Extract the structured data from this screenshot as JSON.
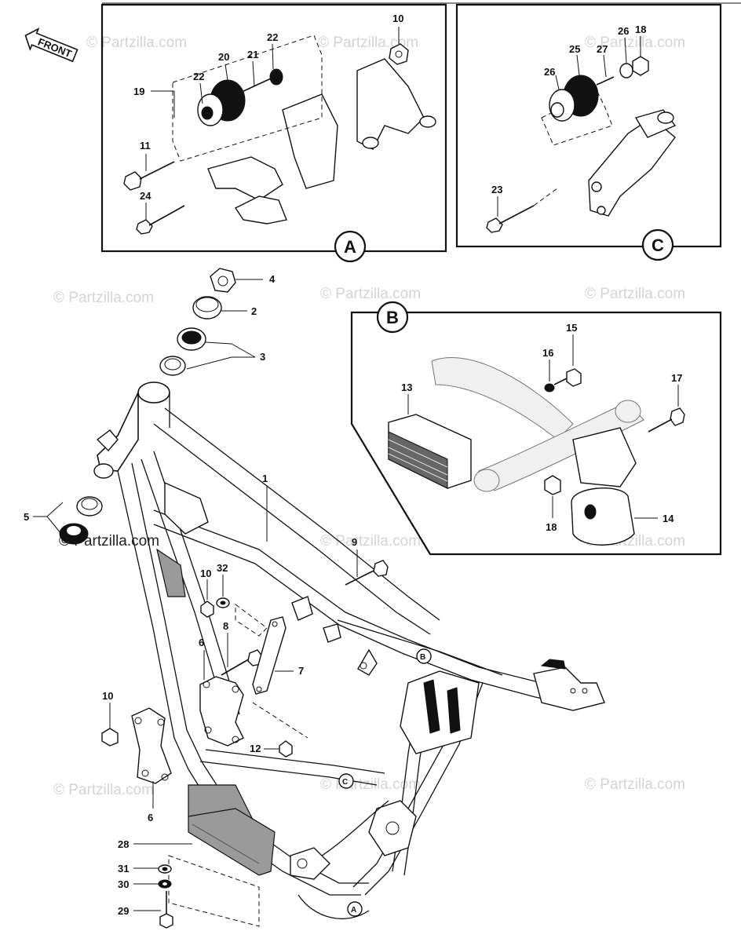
{
  "watermark": "© Partzilla.com",
  "front_label": "FRONT",
  "callouts": {
    "a": "A",
    "b": "B",
    "c": "C"
  },
  "part_numbers": {
    "p1": "1",
    "p2": "2",
    "p3": "3",
    "p4": "4",
    "p5": "5",
    "p6a": "6",
    "p6b": "6",
    "p7": "7",
    "p8": "8",
    "p9": "9",
    "p10a": "10",
    "p10b": "10",
    "p10c": "10",
    "p11": "11",
    "p12": "12",
    "p13": "13",
    "p14": "14",
    "p15": "15",
    "p16": "16",
    "p17": "17",
    "p18a": "18",
    "p18b": "18",
    "p19": "19",
    "p20": "20",
    "p21": "21",
    "p22a": "22",
    "p22b": "22",
    "p23": "23",
    "p24": "24",
    "p25": "25",
    "p26a": "26",
    "p26b": "26",
    "p27": "27",
    "p28": "28",
    "p29": "29",
    "p30": "30",
    "p31": "31",
    "p32": "32"
  }
}
